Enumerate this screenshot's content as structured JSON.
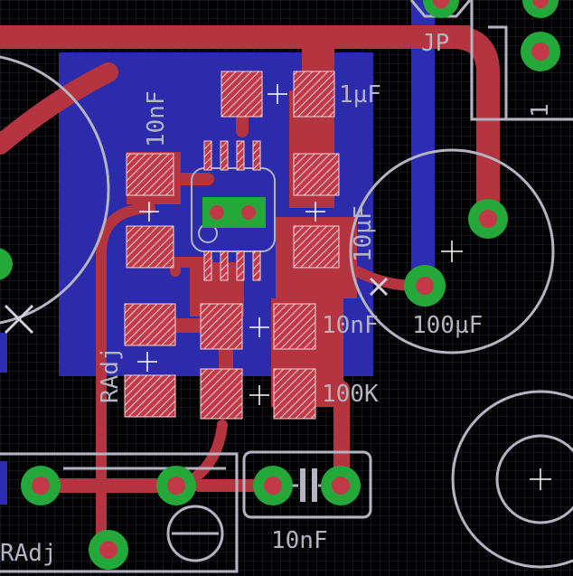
{
  "colors": {
    "background": "#000000",
    "grid": "#2a2a3a",
    "copper_top": "#b43440",
    "copper_bottom": "#2d2db4",
    "silkscreen": "#b4b4c2",
    "pad_green": "#24a83a",
    "smd_pad": "#f2c8cc"
  },
  "labels": {
    "jp": "JP",
    "c_1uf": "1µF",
    "c_10nf_top": "10nF",
    "c_10uf": "10µF",
    "c_10nf_mid": "10nF",
    "c_100uf": "100µF",
    "r_100k": "100K",
    "radj_vertical": "RAdj",
    "radj_bottom": "RAdj",
    "c_10nf_bottom": "10nF",
    "jp_pin": "1"
  },
  "icons": {
    "cross_marker": "x-marker-icon",
    "origin_marker": "plus-marker-icon"
  }
}
